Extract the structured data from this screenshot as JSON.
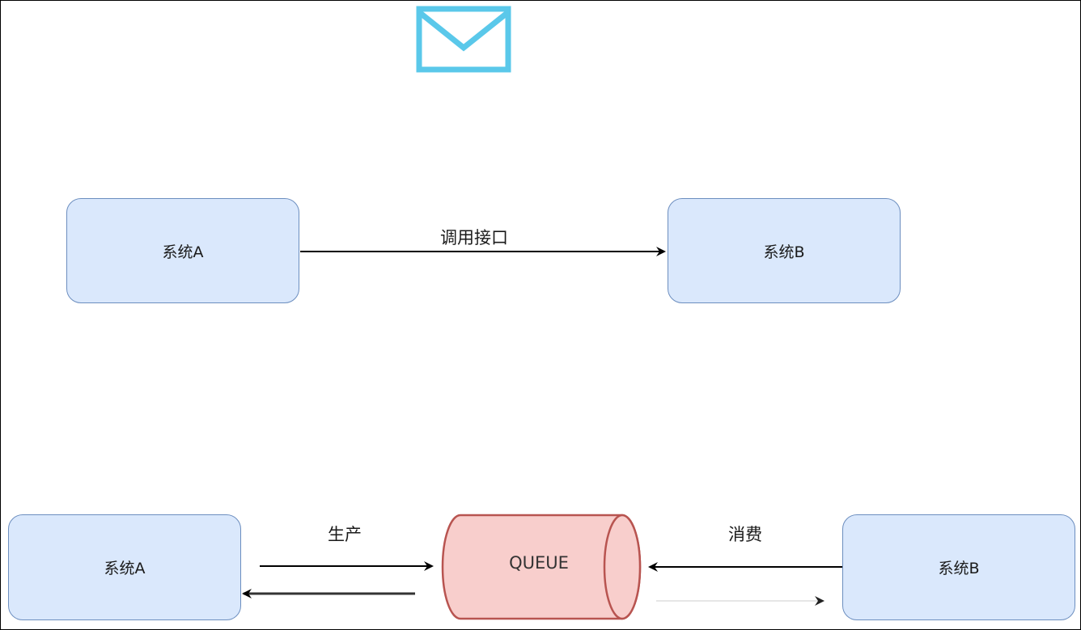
{
  "top": {
    "system_a": "系统A",
    "system_b": "系统B",
    "call_label": "调用接口"
  },
  "bottom": {
    "system_a": "系统A",
    "system_b": "系统B",
    "queue_label": "QUEUE",
    "produce_label": "生产",
    "consume_label": "消费"
  },
  "icons": {
    "top": "envelope-icon"
  },
  "colors": {
    "box_fill": "#dae8fc",
    "box_stroke": "#6c8ebf",
    "queue_fill": "#f8cecc",
    "queue_stroke": "#b85450",
    "icon": "#5ac8ea"
  }
}
